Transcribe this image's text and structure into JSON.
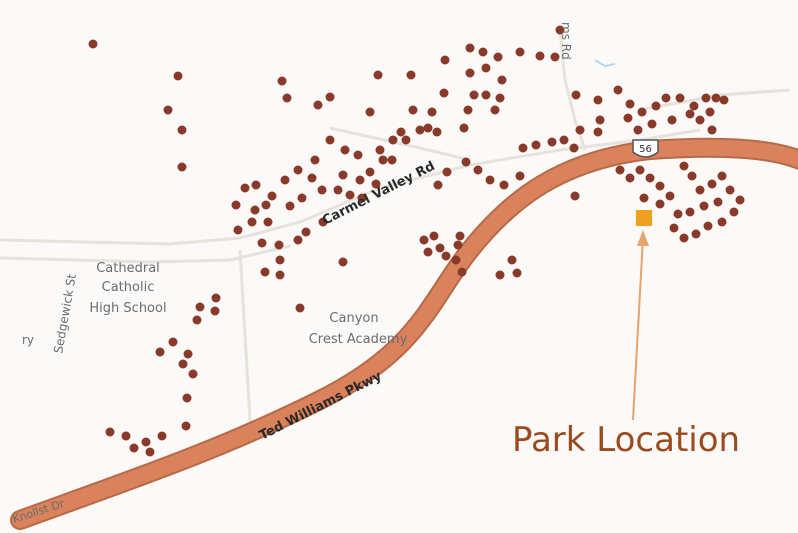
{
  "map": {
    "roads": {
      "main_highway": "Ted Williams Pkwy",
      "valley_road": "Carmel Valley Rd",
      "top_road": "ms Rd",
      "bottom_left": "Knollst Dr",
      "left_road": "Sedgewick St",
      "left_fragment": "ry"
    },
    "shield": "56",
    "places": {
      "school_line1": "Cathedral",
      "school_line2": "Catholic",
      "school_line3": "High School",
      "academy_line1": "Canyon",
      "academy_line2": "Crest Academy"
    },
    "annotation": {
      "label": "Park Location"
    },
    "colors": {
      "highway": "#d9825b",
      "highway_edge": "#b86a48",
      "houses": "#8a3a2a",
      "annotation_text": "#9a4a1c",
      "marker": "#f0a020"
    }
  }
}
